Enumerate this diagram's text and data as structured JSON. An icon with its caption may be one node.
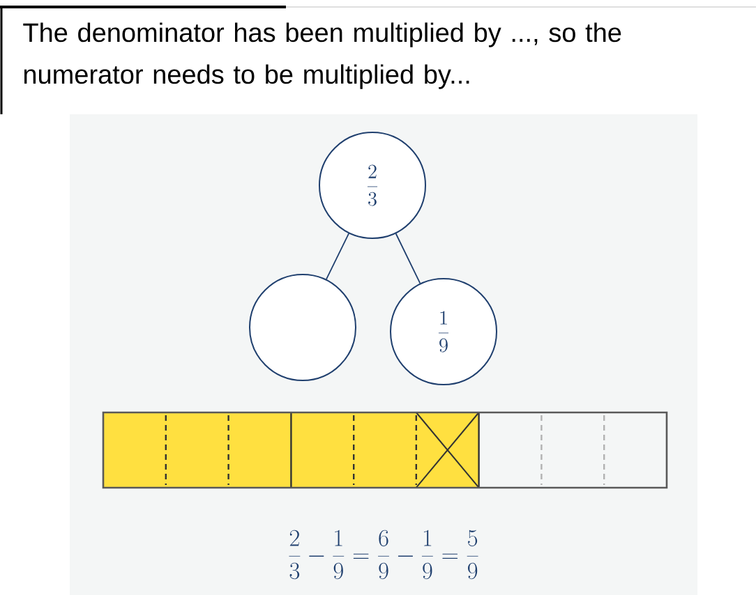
{
  "diagram": {
    "nodes": [
      {
        "text": [
          "\\frac{2}{3}"
        ]
      },
      {
        "text": [],
        "shape": "circle"
      },
      {
        "text": [
          "\\frac{1}{9}"
        ]
      }
    ],
    "edges": [
      {
        "from": 0,
        "to": 1,
        "arrow": "none"
      },
      {
        "from": 0,
        "to": 2,
        "arrow": "none"
      }
    ],
    "labels": [
      "The denominator has been multiplied by ..., so the numerator needs to be multiplied by...",
      "\\frac{2}{3} - \\frac{1}{9} = \\frac{6}{9} - \\frac{1}{9} = \\frac{5}{9}"
    ]
  }
}
